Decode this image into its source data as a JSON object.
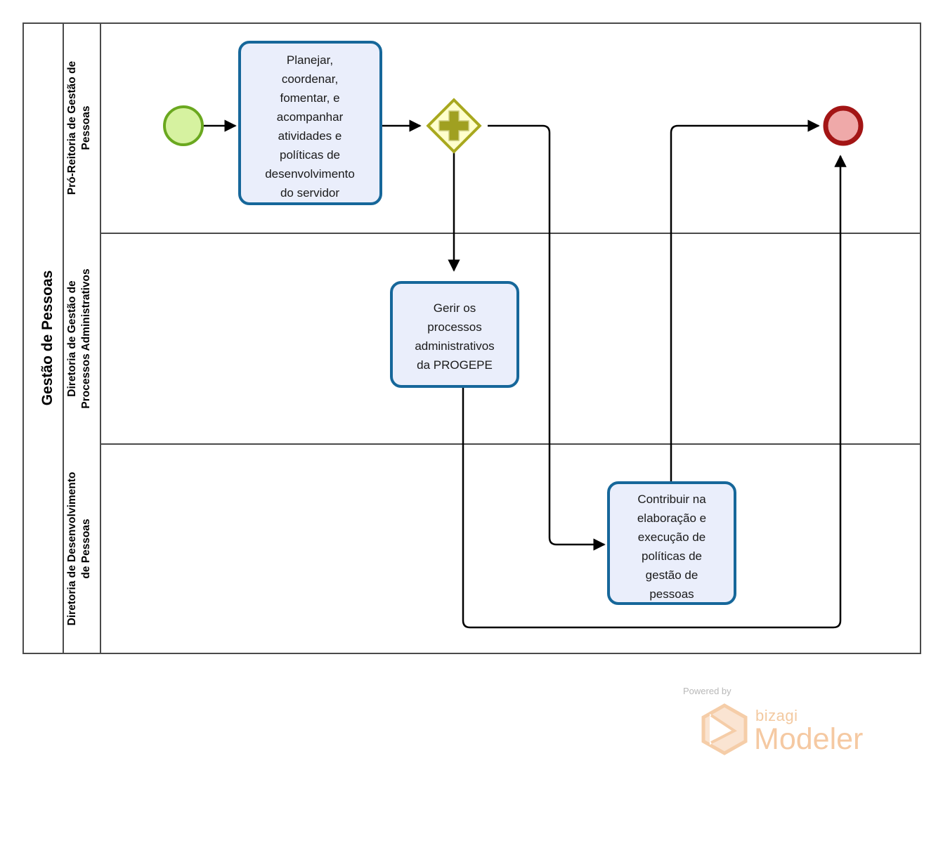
{
  "diagram": {
    "type": "bpmn-process",
    "pool": {
      "name": "Gestão de Pessoas",
      "lanes": [
        {
          "id": "lane-1",
          "name": "Pró-Reitoria de Gestão de Pessoas"
        },
        {
          "id": "lane-2",
          "name": "Diretoria de Gestão de Processos Administrativos"
        },
        {
          "id": "lane-3",
          "name": "Diretoria de Desenvolvimento de Pessoas"
        }
      ]
    },
    "events": [
      {
        "id": "start-event",
        "kind": "start",
        "lane": "lane-1",
        "label": "",
        "fill": "#d6f2a0",
        "stroke": "#6aa81f"
      },
      {
        "id": "end-event",
        "kind": "end",
        "lane": "lane-1",
        "label": "",
        "fill": "#efa9a9",
        "stroke": "#a31515"
      }
    ],
    "gateways": [
      {
        "id": "parallel-gateway",
        "kind": "parallel",
        "lane": "lane-1",
        "label": "",
        "fill": "#ffffcc",
        "stroke": "#a8a81e"
      }
    ],
    "tasks": [
      {
        "id": "task-planejar",
        "lane": "lane-1",
        "name": "Planejar, coordenar, fomentar, e acompanhar atividades e políticas de desenvolvimento do servidor",
        "lines": [
          "Planejar,",
          "coordenar,",
          "fomentar, e",
          "acompanhar",
          "atividades e",
          "políticas de",
          "desenvolvimento",
          "do servidor"
        ]
      },
      {
        "id": "task-gerir",
        "lane": "lane-2",
        "name": "Gerir os processos administrativos da PROGEPE",
        "lines": [
          "Gerir os",
          "processos",
          "administrativos",
          "da PROGEPE"
        ]
      },
      {
        "id": "task-contribuir",
        "lane": "lane-3",
        "name": "Contribuir na elaboração e execução de políticas de gestão de pessoas",
        "lines": [
          "Contribuir na",
          "elaboração e",
          "execução de",
          "políticas de",
          "gestão de",
          "pessoas"
        ]
      }
    ],
    "flows": [
      {
        "id": "flow-start-to-planejar",
        "from": "start-event",
        "to": "task-planejar",
        "label": ""
      },
      {
        "id": "flow-planejar-to-gateway",
        "from": "task-planejar",
        "to": "parallel-gateway",
        "label": ""
      },
      {
        "id": "flow-gateway-to-gerir",
        "from": "parallel-gateway",
        "to": "task-gerir",
        "label": ""
      },
      {
        "id": "flow-gateway-to-contribuir",
        "from": "parallel-gateway",
        "to": "task-contribuir",
        "label": ""
      },
      {
        "id": "flow-contribuir-to-end",
        "from": "task-contribuir",
        "to": "end-event",
        "label": ""
      },
      {
        "id": "flow-gerir-to-end",
        "from": "task-gerir",
        "to": "end-event",
        "label": ""
      }
    ],
    "colors": {
      "task_fill": "#eaeefb",
      "task_stroke": "#16679a",
      "start_fill": "#d6f2a0",
      "start_stroke": "#6aa81f",
      "end_fill": "#efa9a9",
      "end_stroke": "#a31515",
      "gateway_fill": "#ffffcc",
      "gateway_stroke": "#a8a81e",
      "lane_stroke": "#4a4a4a",
      "flow_stroke": "#000000"
    }
  },
  "watermark": {
    "powered_by": "Powered by",
    "brand": "bizagi",
    "product": "Modeler"
  }
}
